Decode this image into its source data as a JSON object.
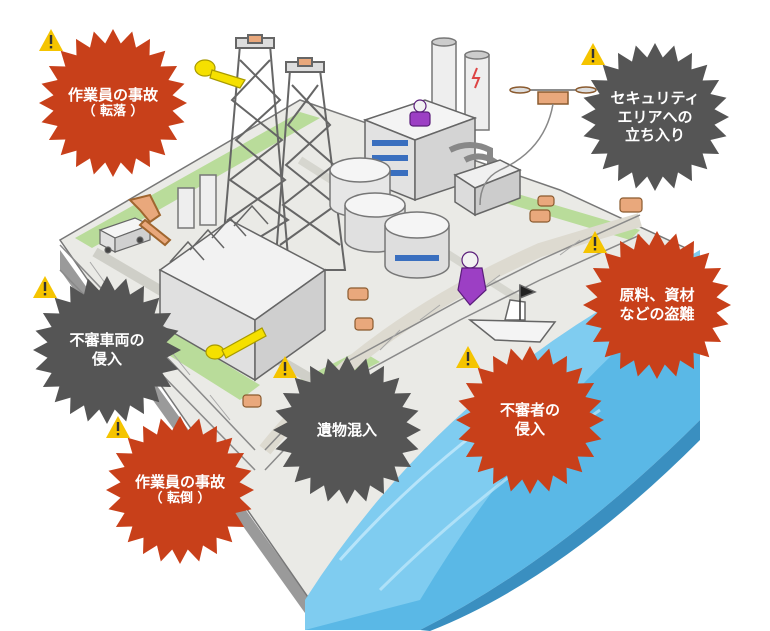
{
  "colors": {
    "hazard_red": "#c8401a",
    "hazard_gray": "#555555",
    "warning_yellow": "#f5c400",
    "water": "#5ab8e6"
  },
  "labels": {
    "worker_fall": {
      "line1": "作業員の事故",
      "line2": "（ 転落 ）",
      "color": "red",
      "icon": "warning-triangle-icon"
    },
    "security_drone": {
      "line1": "セキュリティ",
      "line2": "エリアへの",
      "line3": "立ち入り",
      "color": "gray",
      "icon": "warning-triangle-icon"
    },
    "vehicle_intrusion": {
      "line1": "不審車両の",
      "line2": "侵入",
      "color": "gray",
      "icon": "warning-triangle-icon"
    },
    "theft": {
      "line1": "原料、資材",
      "line2": "などの盗難",
      "color": "red",
      "icon": "warning-triangle-icon"
    },
    "foreign_matter": {
      "line1": "遺物混入",
      "color": "gray",
      "icon": "warning-triangle-icon"
    },
    "suspicious_person": {
      "line1": "不審者の",
      "line2": "侵入",
      "color": "red",
      "icon": "warning-triangle-icon"
    },
    "worker_trip": {
      "line1": "作業員の事故",
      "line2": "（ 転倒 ）",
      "color": "red",
      "icon": "warning-triangle-icon"
    }
  }
}
